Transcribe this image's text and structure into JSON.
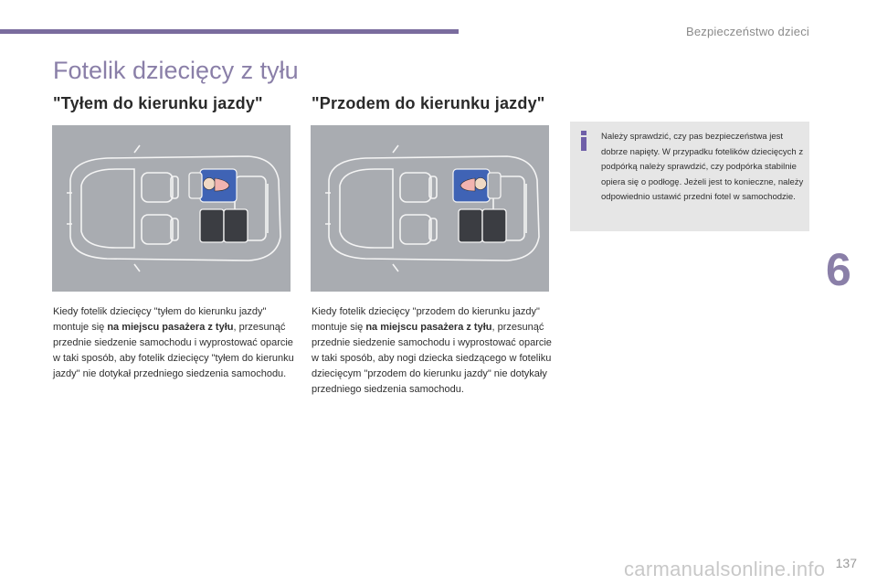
{
  "header": {
    "section": "Bezpieczeństwo dzieci"
  },
  "page": {
    "title": "Fotelik dziecięcy z tyłu",
    "chapter": "6",
    "number": "137"
  },
  "left": {
    "heading": "\"Tyłem do kierunku jazdy\"",
    "text_1": "Kiedy fotelik dziecięcy \"tyłem do kierunku jazdy\" montuje się ",
    "text_bold": "na miejscu pasażera z tyłu",
    "text_2": ", przesunąć przednie siedzenie samochodu i wyprostować oparcie w taki sposób, aby fotelik dziecięcy \"tyłem do kierunku jazdy\" nie dotykał przedniego siedzenia samochodu."
  },
  "right": {
    "heading": "\"Przodem do kierunku jazdy\"",
    "text_1": "Kiedy fotelik dziecięcy \"przodem do kierunku jazdy\" montuje się ",
    "text_bold": "na miejscu pasażera z tyłu",
    "text_2": ", przesunąć przednie siedzenie samochodu i wyprostować oparcie w taki sposób, aby nogi dziecka siedzącego w foteliku dziecięcym \"przodem do kierunku jazdy\" nie dotykały przedniego siedzenia samochodu."
  },
  "info": {
    "icon": "info-icon",
    "text": "Należy sprawdzić, czy pas bezpieczeństwa jest dobrze napięty. W przypadku fotelików dziecięcych z podpórką należy sprawdzić, czy podpórka stabilnie opiera się o podłogę. Jeżeli jest to konieczne, należy odpowiednio ustawić przedni fotel w samochodzie."
  },
  "watermark": "carmanualsonline.info",
  "colors": {
    "accent": "#8a7fa8",
    "bar": "#7a6c9e",
    "seat_highlight": "#3f63b5",
    "info_icon": "#6f5fa8"
  }
}
